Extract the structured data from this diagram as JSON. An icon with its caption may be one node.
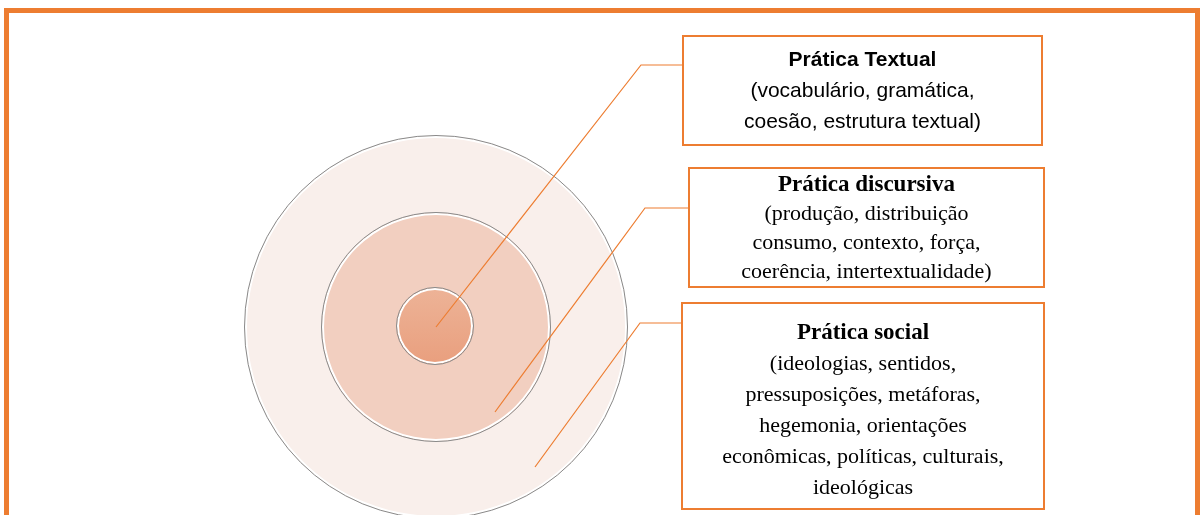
{
  "diagram": {
    "nodes": [
      {
        "text": [],
        "shape": "circle"
      },
      {
        "text": [],
        "shape": "circle",
        "in": 0
      },
      {
        "text": [],
        "shape": "circle",
        "in": 1
      },
      {
        "text": [
          "Prática Textual",
          "(vocabulário, gramática, coesão, estrutura textual)"
        ]
      },
      {
        "text": [
          "Prática discursiva",
          "(produção, distribuição consumo, contexto, força, coerência, intertextualidade)"
        ]
      },
      {
        "text": [
          "Prática social",
          "(ideologias, sentidos, pressuposições, metáforas, hegemonia, orientações econômicas, políticas, culturais, ideológicas"
        ]
      }
    ],
    "edges": [
      {
        "from": 3,
        "to": 2,
        "arrow": "none"
      },
      {
        "from": 4,
        "to": 1,
        "arrow": "none"
      },
      {
        "from": 5,
        "to": 0,
        "arrow": "none"
      }
    ]
  }
}
